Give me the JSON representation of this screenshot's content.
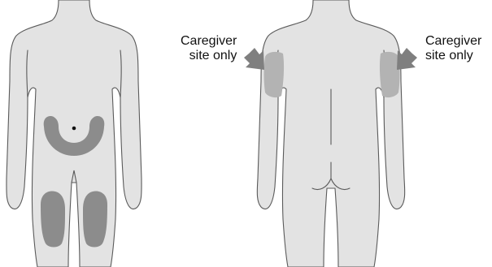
{
  "labels": {
    "left_back_arm": {
      "line1": "Caregiver",
      "line2": "site only"
    },
    "right_back_arm": {
      "line1": "Caregiver",
      "line2": "site only"
    }
  },
  "colors": {
    "body_fill": "#e3e3e3",
    "outline": "#5a5a5a",
    "injection_site": "#8c8c8c",
    "caregiver_site": "#b3b3b3",
    "arrow": "#7f7f7f"
  }
}
